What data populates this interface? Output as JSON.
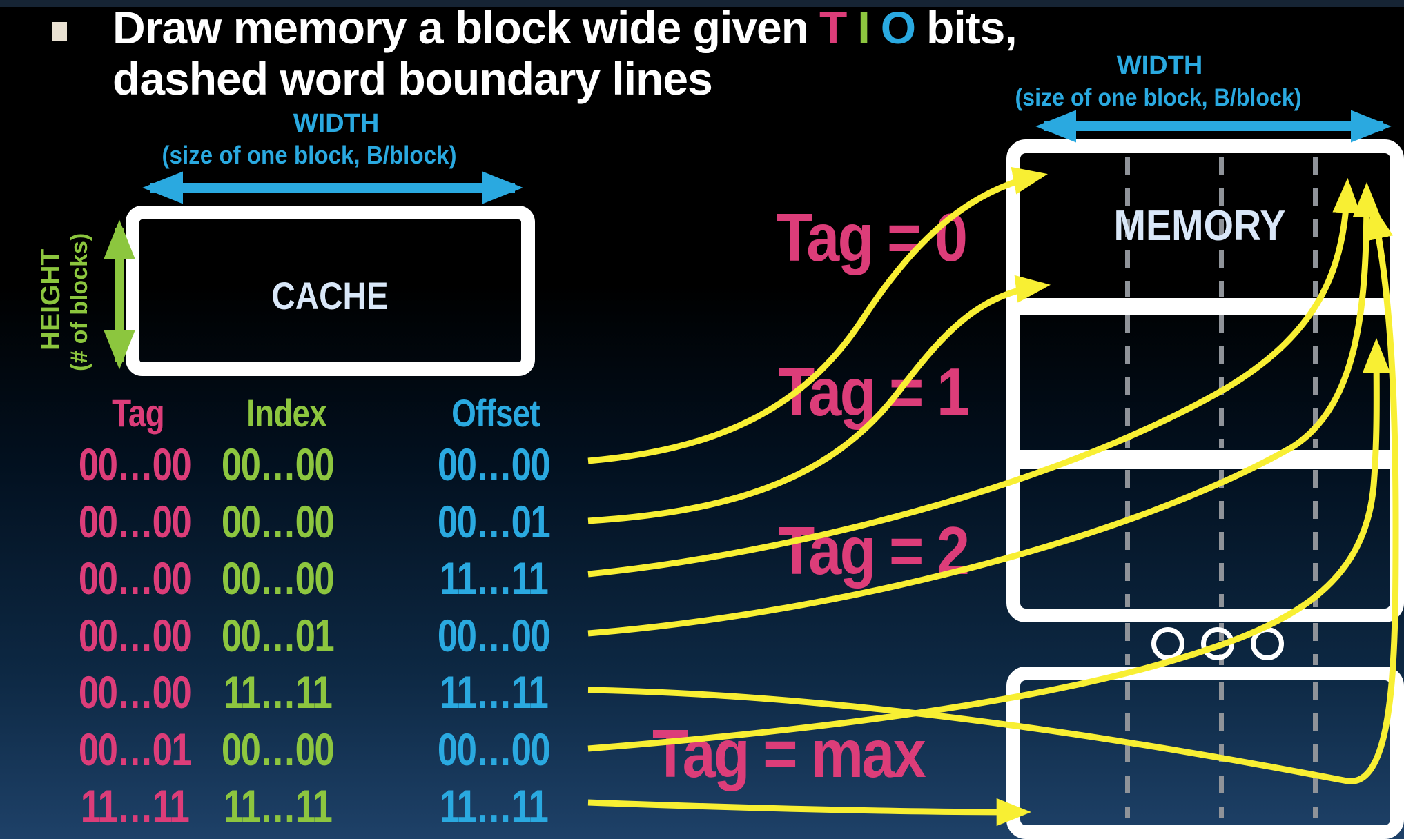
{
  "title": {
    "line1_pre": "Draw memory a block wide given",
    "tio_letters": [
      "T",
      "I",
      "O"
    ],
    "line1_post": "bits,",
    "line2": "dashed word boundary lines"
  },
  "cache_diagram": {
    "width_label": "WIDTH",
    "width_sub": "(size of one block, B/block)",
    "height_label": "HEIGHT",
    "height_sub": "(# of blocks)",
    "box_label": "CACHE"
  },
  "memory_diagram": {
    "width_label": "WIDTH",
    "width_sub": "(size of one block, B/block)",
    "box_label": "MEMORY"
  },
  "address_table": {
    "headers": [
      "Tag",
      "Index",
      "Offset"
    ],
    "rows": [
      [
        "00…00",
        "00…00",
        "00…00"
      ],
      [
        "00…00",
        "00…00",
        "00…01"
      ],
      [
        "00…00",
        "00…00",
        "11…11"
      ],
      [
        "00…00",
        "00…01",
        "00…00"
      ],
      [
        "00…00",
        "11…11",
        "11…11"
      ],
      [
        "00…01",
        "00…00",
        "00…00"
      ],
      [
        "11…11",
        "11…11",
        "11…11"
      ]
    ]
  },
  "tag_labels": [
    "Tag = 0",
    "Tag = 1",
    "Tag = 2",
    "Tag = max"
  ],
  "colors": {
    "tag_pink": "#dc3d79",
    "index_green": "#8dc63f",
    "offset_blue": "#2aa9e0",
    "arrow_yellow": "#f8ef33",
    "box_label_pale": "#d9e7f8",
    "title_white": "#ffffff"
  }
}
